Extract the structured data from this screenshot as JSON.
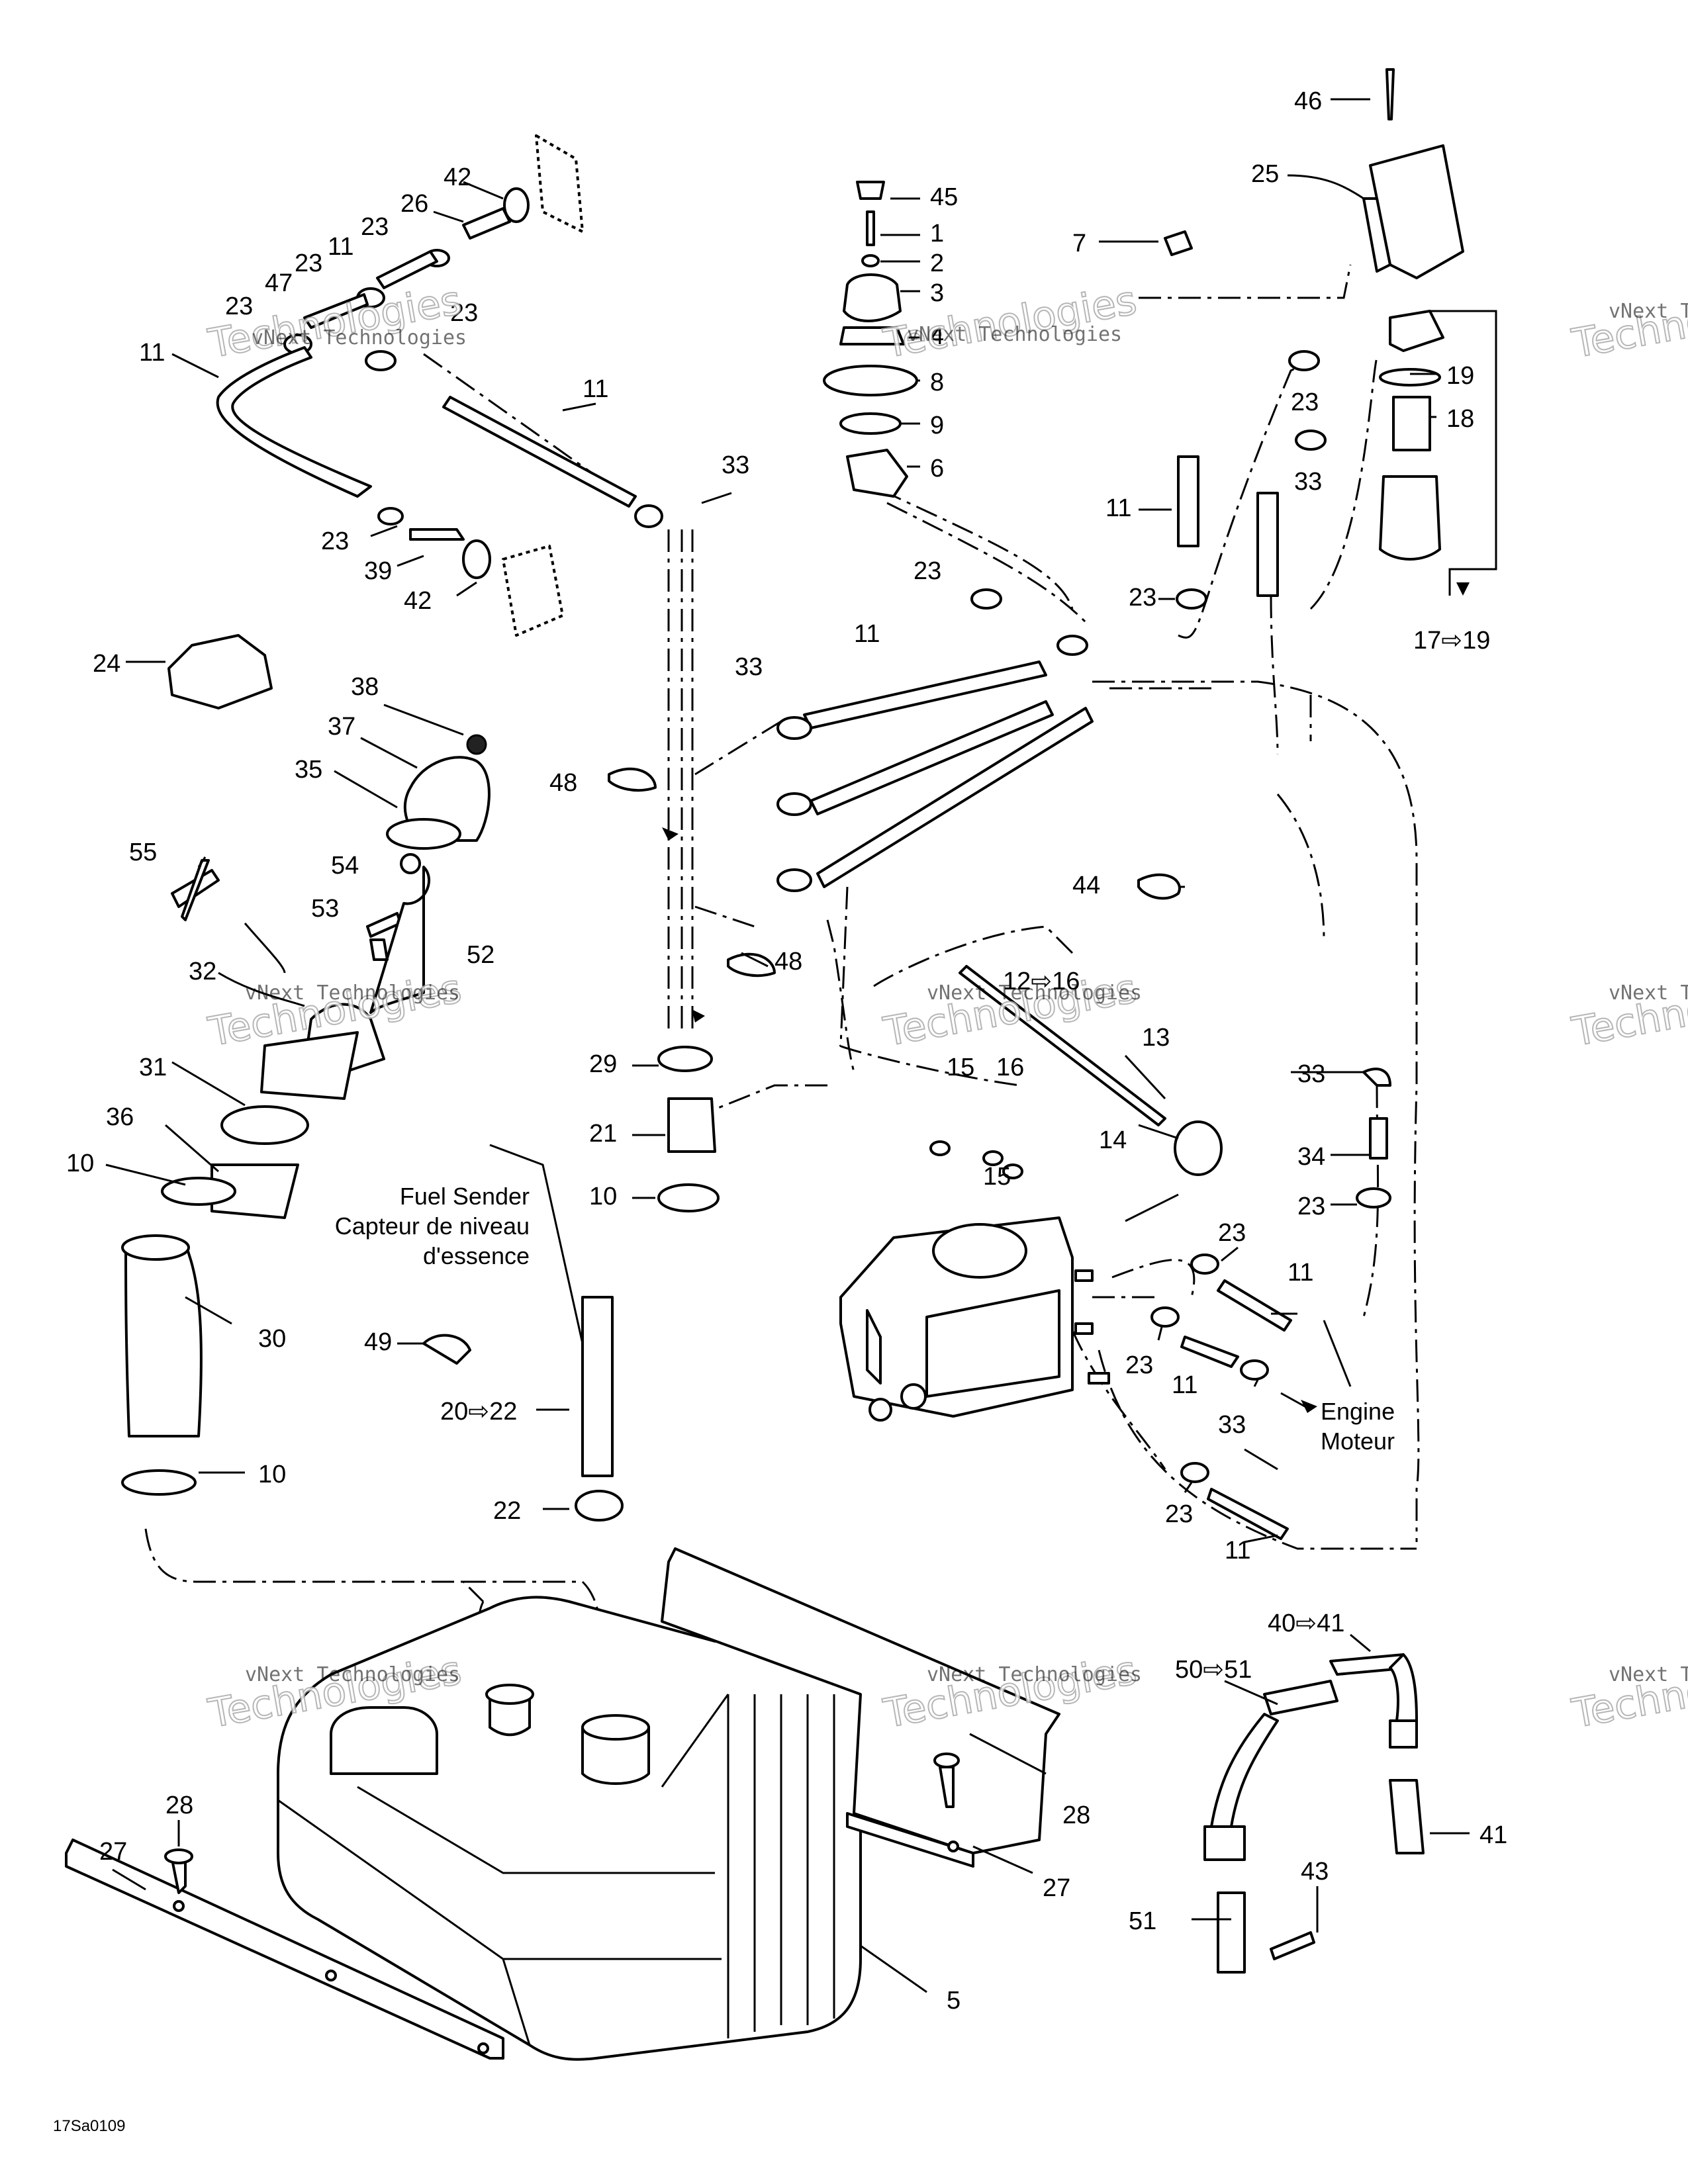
{
  "labels": {
    "l46": "46",
    "l25": "25",
    "l7": "7",
    "l45": "45",
    "l1": "1",
    "l2": "2",
    "l3": "3",
    "l4": "4",
    "l8": "8",
    "l9": "9",
    "l6": "6",
    "l19": "19",
    "l18": "18",
    "l23": "23",
    "l33": "33",
    "l11": "11",
    "l17_19": "17⇨19",
    "l42": "42",
    "l26": "26",
    "l47": "47",
    "l39": "39",
    "l24": "24",
    "l38": "38",
    "l37": "37",
    "l35": "35",
    "l48": "48",
    "l55": "55",
    "l54": "54",
    "l53": "53",
    "l52": "52",
    "l32": "32",
    "l44": "44",
    "l12_16": "12⇨16",
    "l13": "13",
    "l14": "14",
    "l15": "15",
    "l16": "16",
    "l29": "29",
    "l21": "21",
    "l10": "10",
    "l31": "31",
    "l36": "36",
    "l30": "30",
    "l34": "34",
    "l49": "49",
    "l20_22": "20⇨22",
    "l22": "22",
    "l28": "28",
    "l27": "27",
    "l5": "5",
    "l40_41": "40⇨41",
    "l50_51": "50⇨51",
    "l41": "41",
    "l43": "43",
    "l51": "51"
  },
  "notes": {
    "fuel_sender_en": "Fuel Sender",
    "fuel_sender_fr1": "Capteur de niveau",
    "fuel_sender_fr2": "d'essence",
    "engine_en": "Engine",
    "engine_fr": "Moteur"
  },
  "watermark": {
    "line1": "vNext Technologies",
    "big": "Technologies",
    "big_top": "vNext"
  },
  "figure_ref": "17Sa0109"
}
